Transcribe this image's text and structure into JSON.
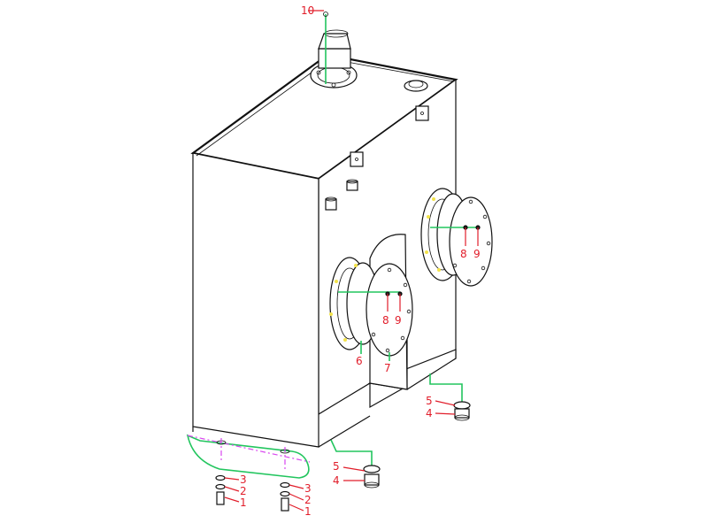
{
  "callouts": {
    "top_vent": "10",
    "upper_port_8": "8",
    "upper_port_9": "9",
    "lower_port_8": "8",
    "lower_port_9": "9",
    "lower_port_6": "6",
    "lower_port_7": "7",
    "right_drain_5": "5",
    "right_drain_4": "4",
    "center_drain_5": "5",
    "center_drain_4": "4",
    "foot_left_3": "3",
    "foot_left_2": "2",
    "foot_left_1": "1",
    "foot_right_3": "3",
    "foot_right_2": "2",
    "foot_right_1": "1"
  },
  "colors": {
    "outline": "#111111",
    "leader": "#22c55e",
    "callout": "#e11d2a",
    "centerline": "#d946ef",
    "marker": "#f3e34a"
  }
}
